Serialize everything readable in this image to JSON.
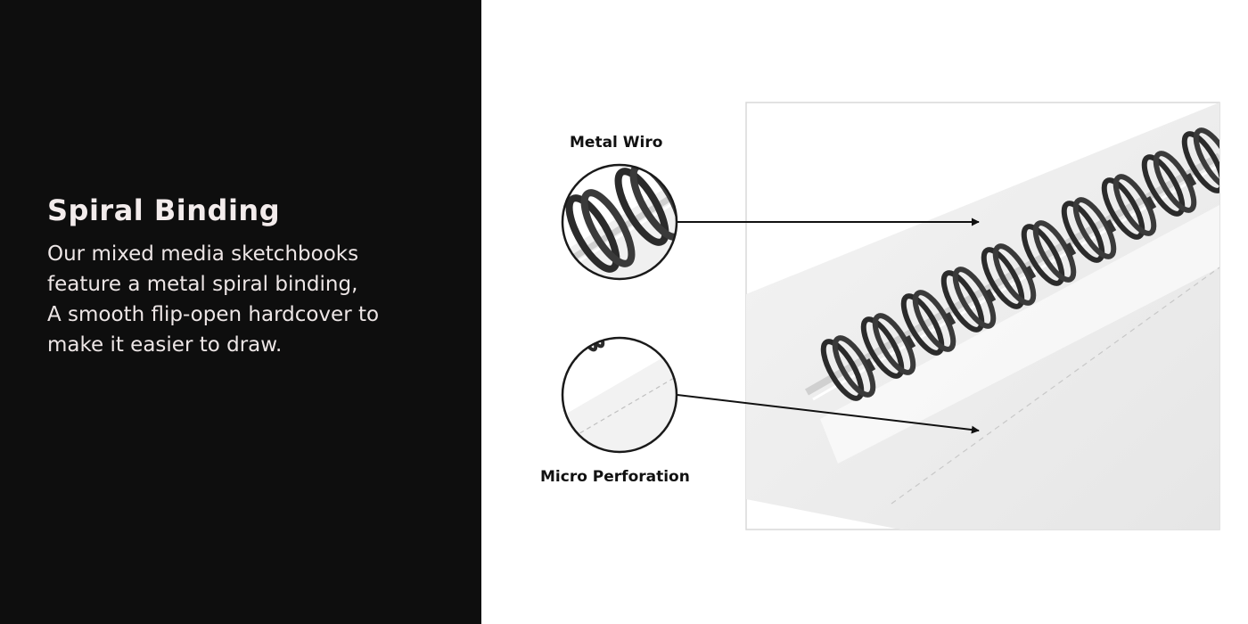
{
  "feature": {
    "title": "Spiral Binding",
    "description_lines": [
      "Our mixed media sketchbooks",
      "feature a metal spiral binding,",
      "A smooth flip-open hardcover to",
      "make it easier to draw."
    ]
  },
  "callouts": {
    "top_label": "Metal Wiro",
    "bottom_label": "Micro Perforation"
  },
  "colors": {
    "left_panel_bg": "#0e0e0e",
    "heading_text": "#f3ecec",
    "body_text": "#ede6e6",
    "wire": "#2b2b2b",
    "page_bg": "#ffffff"
  },
  "icons": {
    "wire-ring": "dark metal spiral loop",
    "arrow": "black line with triangular arrowhead"
  }
}
